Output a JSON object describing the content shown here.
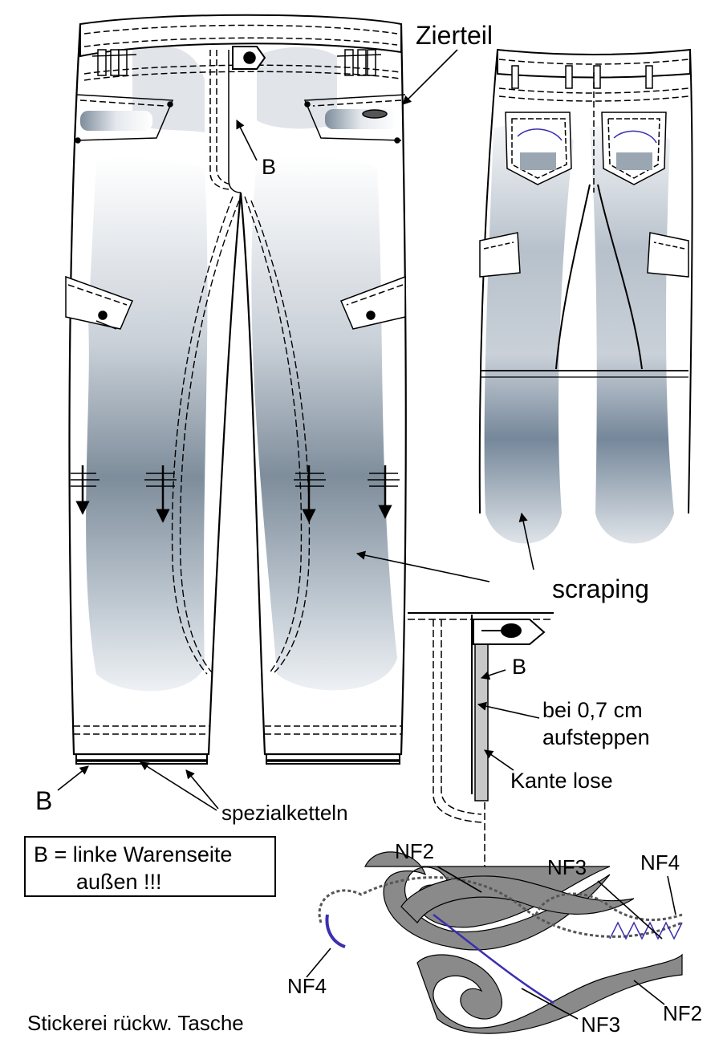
{
  "labels": {
    "zierteil": "Zierteil",
    "b_fly": "B",
    "b_hem": "B",
    "b_detail": "B",
    "scraping": "scraping",
    "bei_line1": "bei 0,7 cm",
    "bei_line2": "aufsteppen",
    "kante_lose": "Kante lose",
    "spezialketteln": "spezialketteln",
    "nf2_top": "NF2",
    "nf3_top": "NF3",
    "nf4_top": "NF4",
    "nf4_left": "NF4",
    "nf3_bottom": "NF3",
    "nf2_bottom": "NF2",
    "stickerei": "Stickerei rückw. Tasche"
  },
  "legend": {
    "line1": "B = linke Warenseite",
    "line2": "außen !!!"
  },
  "colors": {
    "wash_light": "#f2f4f7",
    "wash_mid": "#a9b4c0",
    "wash_dark": "#6d7d8c",
    "embroidery_fill": "#8a8a8a",
    "embroidery_thread": "#3a2fb0",
    "facing_fill": "#c8c8c8"
  }
}
